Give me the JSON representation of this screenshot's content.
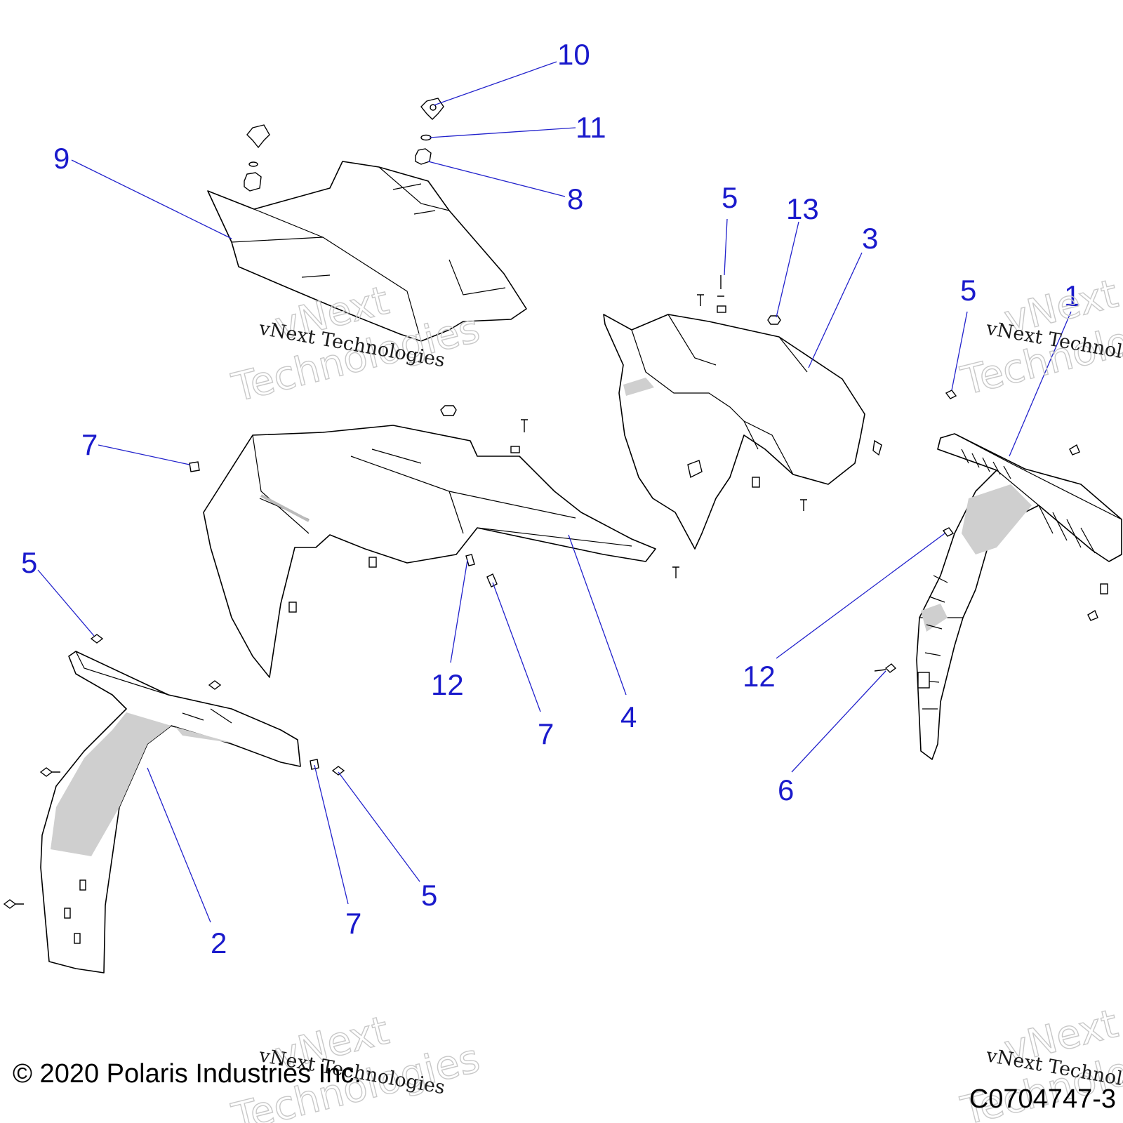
{
  "diagram": {
    "callouts": [
      {
        "id": "c10",
        "label": "10"
      },
      {
        "id": "c11",
        "label": "11"
      },
      {
        "id": "c8",
        "label": "8"
      },
      {
        "id": "c9",
        "label": "9"
      },
      {
        "id": "c5a",
        "label": "5"
      },
      {
        "id": "c13",
        "label": "13"
      },
      {
        "id": "c3",
        "label": "3"
      },
      {
        "id": "c5b",
        "label": "5"
      },
      {
        "id": "c1",
        "label": "1"
      },
      {
        "id": "c7a",
        "label": "7"
      },
      {
        "id": "c5c",
        "label": "5"
      },
      {
        "id": "c12a",
        "label": "12"
      },
      {
        "id": "c7b",
        "label": "7"
      },
      {
        "id": "c4",
        "label": "4"
      },
      {
        "id": "c12b",
        "label": "12"
      },
      {
        "id": "c6",
        "label": "6"
      },
      {
        "id": "c2",
        "label": "2"
      },
      {
        "id": "c7c",
        "label": "7"
      },
      {
        "id": "c5d",
        "label": "5"
      }
    ],
    "copyright": "© 2020 Polaris Industries Inc.",
    "figure_id": "C0704747-3",
    "watermark": {
      "big_line1": "vNext",
      "big_line2": "Technologies",
      "small": "vNext Technologies"
    }
  }
}
